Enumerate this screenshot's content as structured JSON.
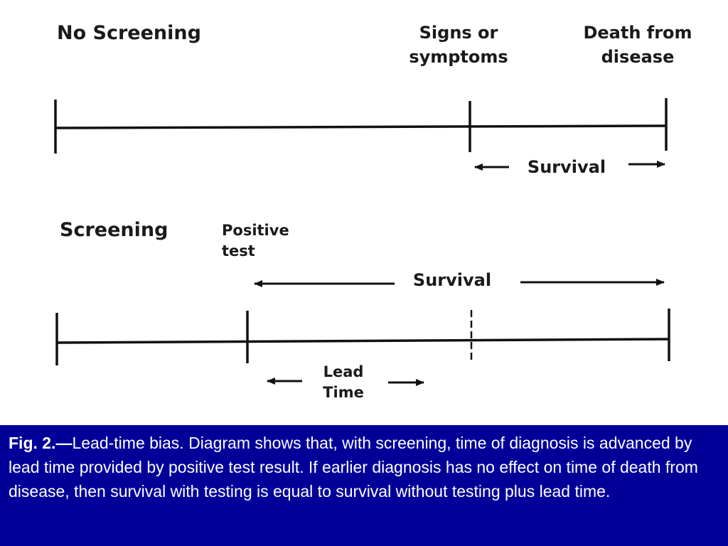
{
  "no_screening": {
    "title": "No Screening",
    "signs_label_line1": "Signs or",
    "signs_label_line2": "symptoms",
    "death_label_line1": "Death from",
    "death_label_line2": "disease",
    "survival_label": "Survival"
  },
  "screening": {
    "title": "Screening",
    "positive_test_line1": "Positive",
    "positive_test_line2": "test",
    "survival_label": "Survival",
    "lead_time_line1": "Lead",
    "lead_time_line2": "Time"
  },
  "caption": {
    "label": "Fig. 2.—",
    "text": "Lead-time bias. Diagram shows that, with screening, time of diagnosis is advanced by lead time provided by positive test result. If earlier diagnosis has no effect on time of death from disease, then survival with testing is equal to survival without testing plus lead time."
  },
  "colors": {
    "caption_background": "#000099",
    "caption_text": "#ffffff",
    "diagram_ink": "#111111"
  }
}
